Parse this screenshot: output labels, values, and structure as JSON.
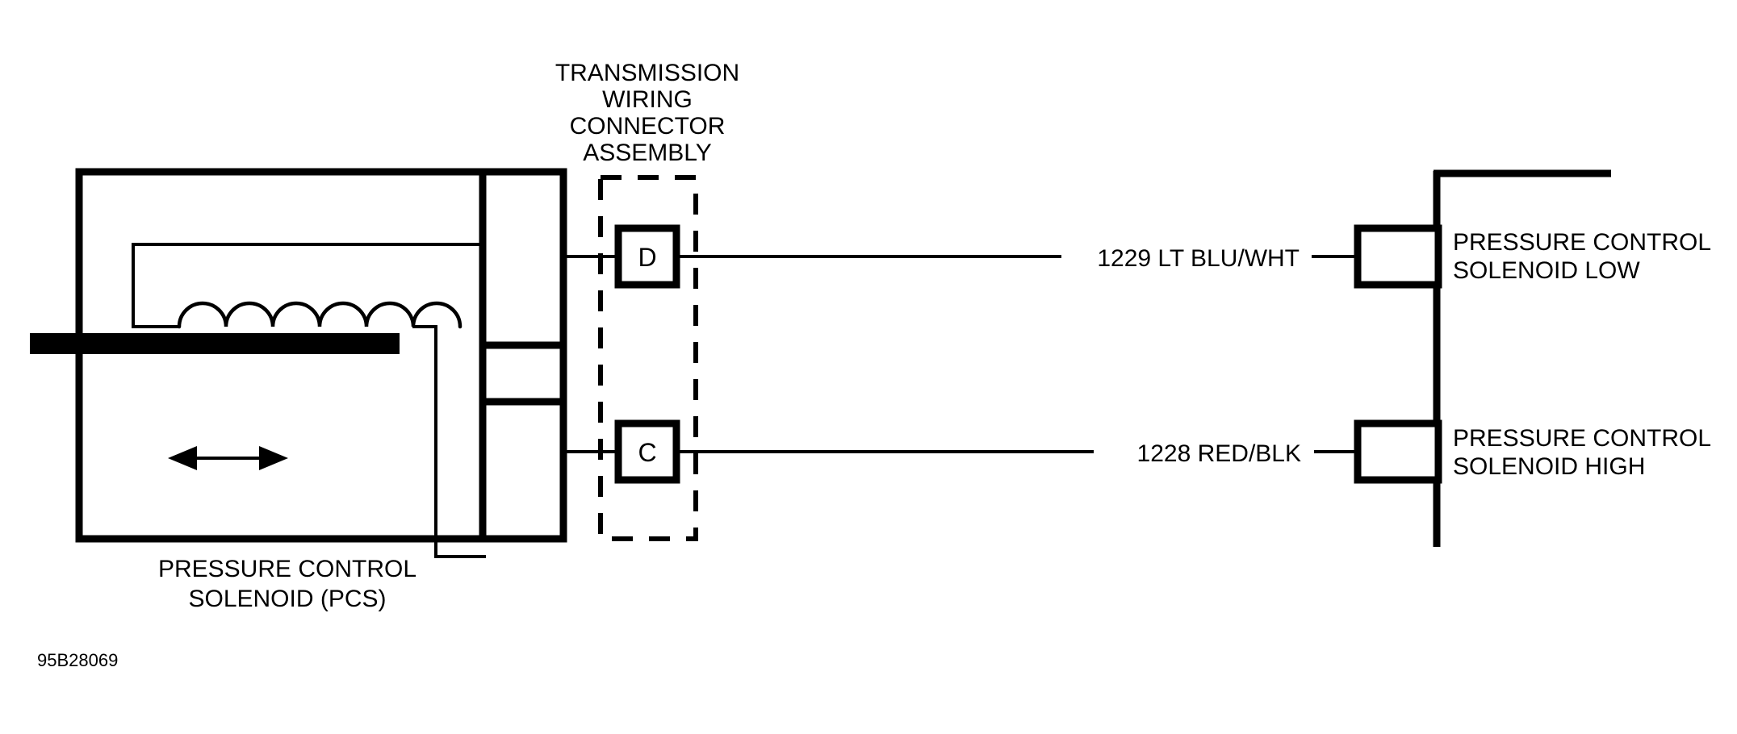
{
  "figure": {
    "code": "95B28069",
    "connector_title_lines": [
      "TRANSMISSION",
      "WIRING",
      "CONNECTOR",
      "ASSEMBLY"
    ],
    "component_caption_lines": [
      "PRESSURE CONTROL",
      "SOLENOID (PCS)"
    ]
  },
  "connector": {
    "pins": [
      {
        "id": "pin-d",
        "letter": "D"
      },
      {
        "id": "pin-c",
        "letter": "C"
      }
    ]
  },
  "wires": [
    {
      "id": "wire-1229",
      "label": "1229 LT BLU/WHT",
      "number": "1229",
      "color_code": "LT BLU/WHT"
    },
    {
      "id": "wire-1228",
      "label": "1228 RED/BLK",
      "number": "1228",
      "color_code": "RED/BLK"
    }
  ],
  "terminals": [
    {
      "id": "terminal-pcs-low",
      "lines": [
        "PRESSURE CONTROL",
        "SOLENOID LOW"
      ]
    },
    {
      "id": "terminal-pcs-high",
      "lines": [
        "PRESSURE CONTROL",
        "SOLENOID HIGH"
      ]
    }
  ],
  "colors": {
    "ink": "#000000",
    "paper": "#ffffff"
  }
}
